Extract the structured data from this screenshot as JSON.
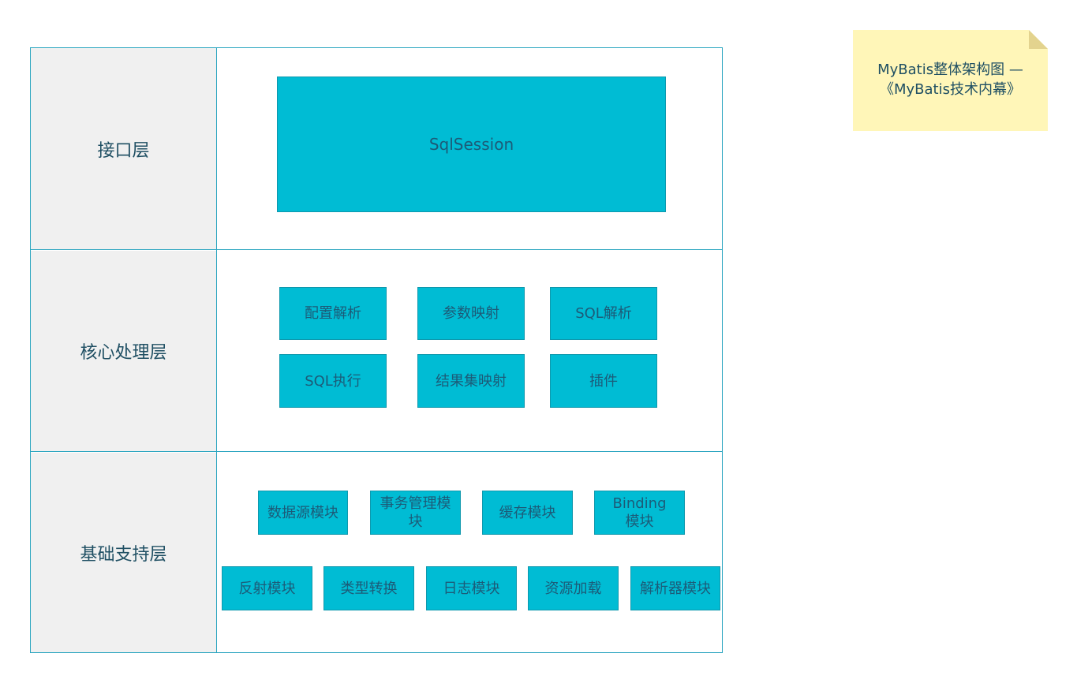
{
  "layers": [
    {
      "label": "接口层"
    },
    {
      "label": "核心处理层"
    },
    {
      "label": "基础支持层"
    }
  ],
  "interface": {
    "sqlsession": "SqlSession"
  },
  "core": {
    "config_parse": "配置解析",
    "param_mapping": "参数映射",
    "sql_parse": "SQL解析",
    "sql_exec": "SQL执行",
    "result_mapping": "结果集映射",
    "plugin": "插件"
  },
  "foundation": {
    "datasource": "数据源模块",
    "transaction": "事务管理模块",
    "cache": "缓存模块",
    "binding": "Binding模块",
    "reflection": "反射模块",
    "type_conversion": "类型转换",
    "logging": "日志模块",
    "resource_loading": "资源加载",
    "parser": "解析器模块"
  },
  "note": {
    "line1": "MyBatis整体架构图 —",
    "line2": "《MyBatis技术内幕》"
  },
  "colors": {
    "box": "#00bcd4",
    "border": "#2aa5c0",
    "label_bg": "#f0f0f0",
    "note_bg": "#fff6b8"
  }
}
